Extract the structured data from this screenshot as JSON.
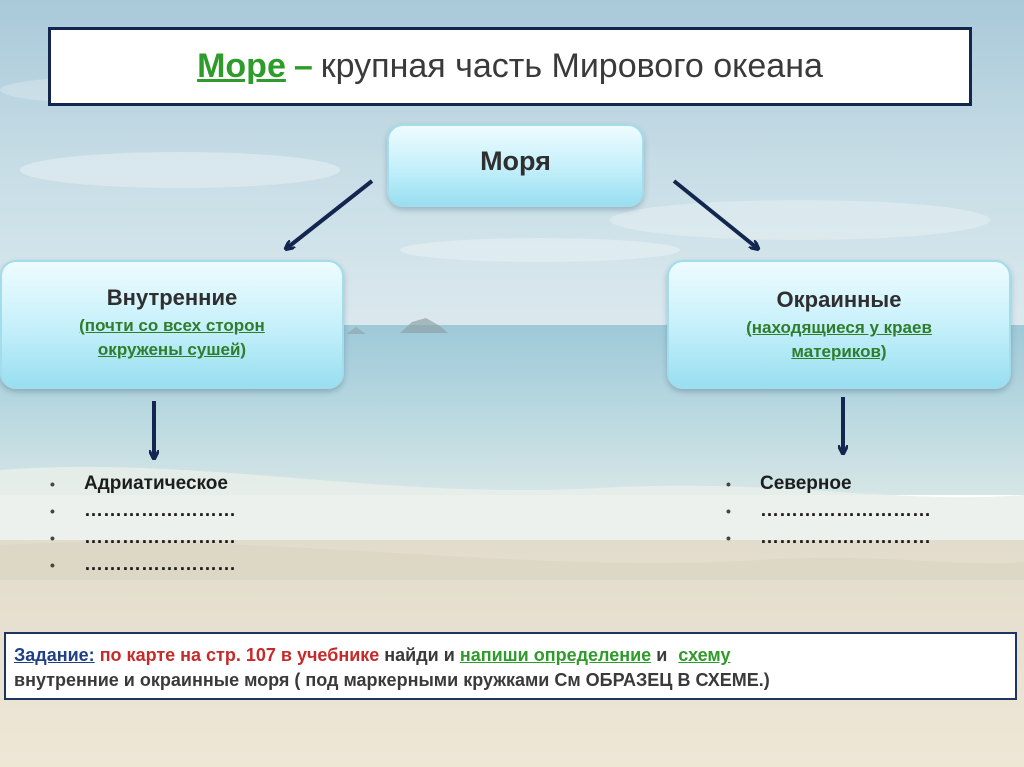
{
  "title": {
    "term": "Море",
    "dash": "–",
    "definition": "крупная часть Мирового океана"
  },
  "root": {
    "label": "Моря"
  },
  "left_branch": {
    "title": "Внутренние",
    "note_line1": "(почти со всех сторон",
    "note_line2": "окружены сушей)",
    "items": [
      "Адриатическое",
      "……………………",
      "……………………",
      "……………………"
    ]
  },
  "right_branch": {
    "title": "Окраинные",
    "note_line1": "(находящиеся у краев",
    "note_line2": "материков)",
    "items": [
      "Северное",
      "………………………",
      "………………………"
    ]
  },
  "bullet_char": "•",
  "task": {
    "label": "Задание:",
    "part1": "по карте на стр. 107 в учебнике",
    "part2": "найди и",
    "part3": "напиши определение",
    "part4": "и",
    "part5": "схему",
    "line2": "внутренние и окраинные моря ( под маркерными кружками См ОБРАЗЕЦ В СХЕМЕ.)"
  },
  "colors": {
    "arrow": "#13264f",
    "term_green": "#2e9b2a",
    "task_red": "#c72a2a",
    "task_blue": "#1f3f87"
  }
}
